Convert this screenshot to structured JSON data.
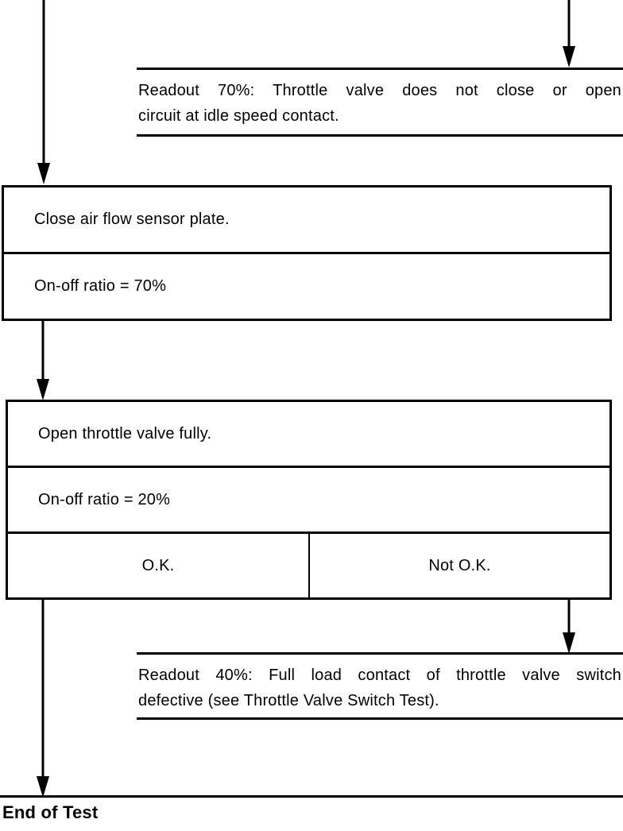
{
  "page": {
    "background": "#ffffff",
    "ink": "#000000"
  },
  "flowchart": {
    "note_70": {
      "line1": "Readout 70%: Throttle valve does not close or open",
      "line2": "circuit at idle speed contact."
    },
    "box_close_plate": {
      "instruction": "Close air flow sensor plate.",
      "result": "On-off ratio = 70%"
    },
    "box_open_valve": {
      "instruction": "Open throttle valve fully.",
      "result": "On-off ratio = 20%",
      "outcome_ok": "O.K.",
      "outcome_not_ok": "Not O.K."
    },
    "note_40": {
      "line1": "Readout 40%: Full load contact of throttle valve switch",
      "line2": "defective (see Throttle Valve Switch Test)."
    },
    "end_label": "End of Test"
  }
}
